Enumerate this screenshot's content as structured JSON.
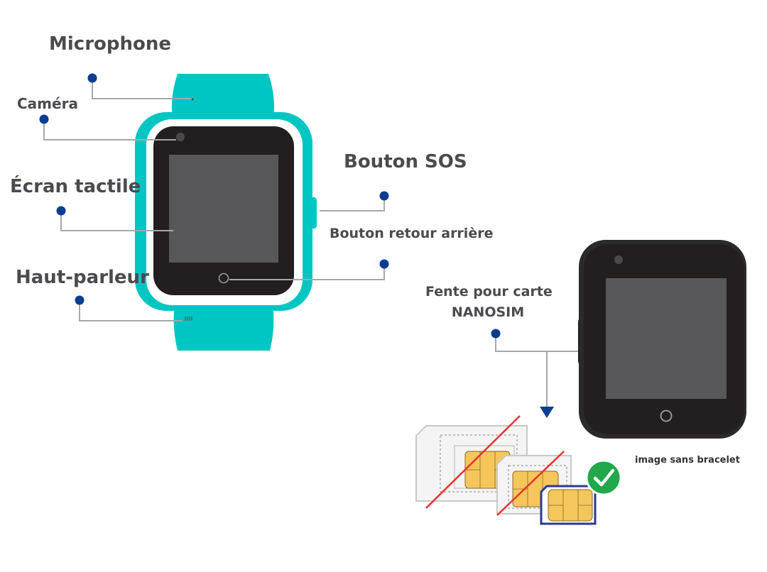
{
  "labels": {
    "microphone": "Microphone",
    "camera": "Caméra",
    "touchscreen": "Écran tactile",
    "speaker": "Haut-parleur",
    "sos_button": "Bouton SOS",
    "back_button": "Bouton retour arrière",
    "nanosim_slot_line1": "Fente pour carte",
    "nanosim_slot_line2": "NANOSIM",
    "no_strap_caption": "image sans bracelet"
  },
  "colors": {
    "strap": "#00c6c3",
    "bezel": "#231f20",
    "screen": "#58585b",
    "marker": "#0b3d91",
    "leader_line": "#a7a7a7",
    "sim_chip": "#f5c65c",
    "nanosim_border": "#2b3990",
    "cross_out": "#e8322b",
    "check_badge": "#20a84a"
  },
  "icons": [
    "check-icon",
    "arrow-down-icon",
    "camera-dot-icon",
    "home-button-icon"
  ]
}
